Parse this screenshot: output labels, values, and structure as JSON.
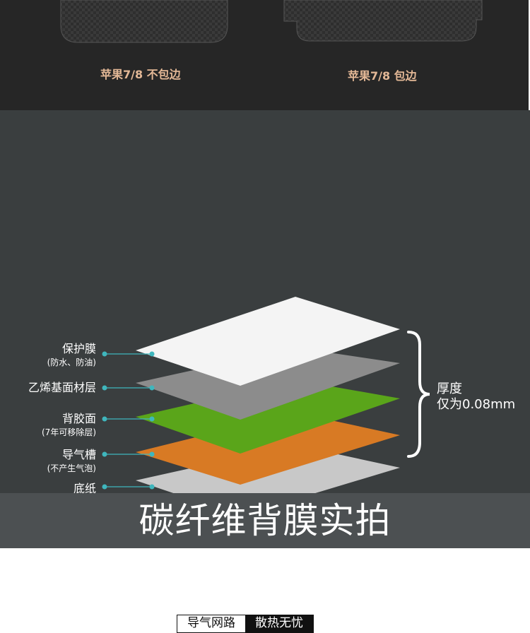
{
  "top_section": {
    "left_caption": "苹果7/8 不包边",
    "right_caption": "苹果7/8 包边"
  },
  "layers": [
    {
      "label": "保护膜",
      "sublabel": "(防水、防油)",
      "color": "#f4f4f4"
    },
    {
      "label": "乙烯基面材层",
      "sublabel": "",
      "color": "#8c8c8c"
    },
    {
      "label": "背胶面",
      "sublabel": "(7年可移除层)",
      "color": "#5aa51a"
    },
    {
      "label": "导气槽",
      "sublabel": "(不产生气泡)",
      "color": "#d87a24"
    },
    {
      "label": "底纸",
      "sublabel": "",
      "color": "#c8c8c8"
    }
  ],
  "thickness": {
    "line1": "厚度",
    "line2": "仅为0.08mm"
  },
  "banner": {
    "title": "碳纤维背膜实拍"
  },
  "tags": {
    "left": "导气网路",
    "right": "散热无忧"
  },
  "colors": {
    "marker": "#3fb6bd",
    "caption": "#e3b896",
    "diagram_bg": "#3a3e3f",
    "banner_bg": "#4c5052"
  }
}
